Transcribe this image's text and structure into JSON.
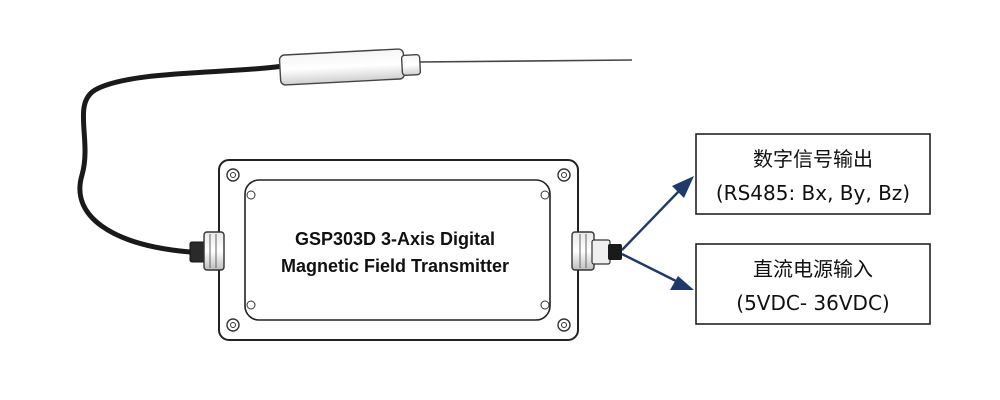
{
  "device": {
    "title_line1": "GSP303D 3-Axis Digital",
    "title_line2": "Magnetic Field Transmitter"
  },
  "output_box": {
    "line1": "数字信号输出",
    "line2": "(RS485: Bx, By, Bz)"
  },
  "input_box": {
    "line1": "直流电源输入",
    "line2": "(5VDC- 36VDC)"
  },
  "colors": {
    "arrow": "#1f3a68",
    "outline": "#222222",
    "cable": "#1a1a1a"
  }
}
